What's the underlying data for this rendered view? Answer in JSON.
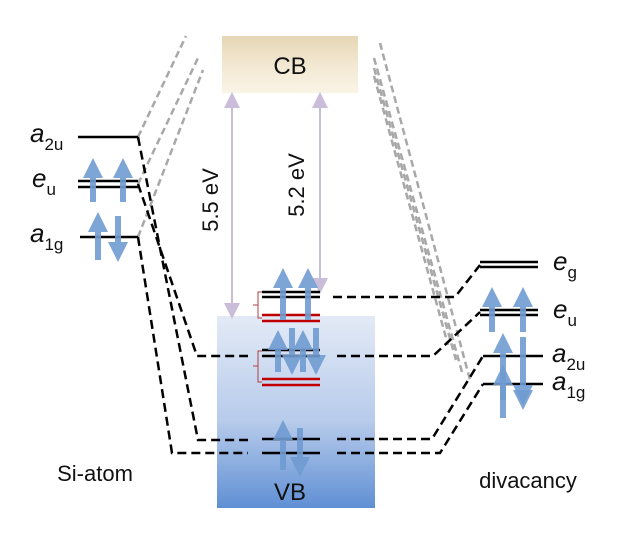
{
  "bands": {
    "conduction": "CB",
    "valence": "VB"
  },
  "gaps": {
    "left": "5.5 eV",
    "right": "5.2 eV"
  },
  "left_group": {
    "title": "Si-atom",
    "levels": [
      {
        "base": "a",
        "sub": "2u"
      },
      {
        "base": "e",
        "sub": "u"
      },
      {
        "base": "a",
        "sub": "1g"
      }
    ]
  },
  "right_group": {
    "title": "divacancy",
    "levels": [
      {
        "base": "e",
        "sub": "g"
      },
      {
        "base": "e",
        "sub": "u"
      },
      {
        "base": "a",
        "sub": "2u"
      },
      {
        "base": "a",
        "sub": "1g"
      }
    ]
  },
  "colors": {
    "spin_arrow": "#6f9bd1",
    "gap_arrow": "#c9bdd9",
    "split_level": "#c00000",
    "cb_fill": "#efe3c8",
    "vb_fill": "#5f8fd4",
    "correlation_line": "#000000",
    "cross_line": "#a0a0a0"
  }
}
